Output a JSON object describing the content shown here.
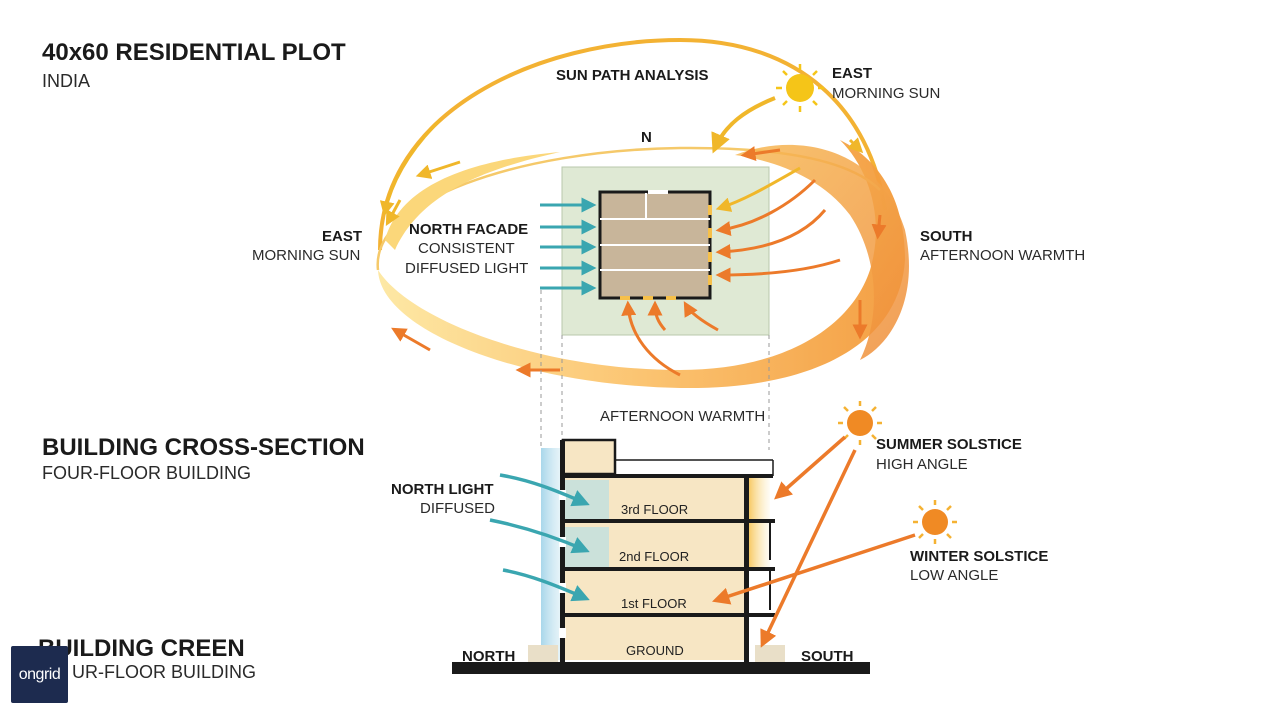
{
  "header": {
    "title": "40x60 RESIDENTIAL PLOT",
    "subtitle": "INDIA"
  },
  "sun_path": {
    "title": "SUN PATH ANALYSIS",
    "north_marker": "N",
    "east_top_bold": "EAST",
    "east_top_sub": "MORNING SUN",
    "east_left_bold": "EAST",
    "east_left_sub": "MORNING SUN",
    "south_bold": "SOUTH",
    "south_sub": "AFTERNOON WARMTH",
    "north_facade_bold": "NORTH FACADE",
    "north_facade_line1": "CONSISTENT",
    "north_facade_line2": "DIFFUSED LIGHT",
    "afternoon_label": "AFTERNOON WARMTH"
  },
  "cross_section": {
    "title": "BUILDING CROSS-SECTION",
    "subtitle": "FOUR-FLOOR BUILDING",
    "north_light_bold": "NORTH LIGHT",
    "north_light_sub": "DIFFUSED",
    "summer_bold": "SUMMER SOLSTICE",
    "summer_sub": "HIGH ANGLE",
    "winter_bold": "WINTER SOLSTICE",
    "winter_sub": "LOW ANGLE",
    "floors": [
      "3rd FLOOR",
      "2nd FLOOR",
      "1st FLOOR",
      "GROUND"
    ],
    "north_ground": "NORTH",
    "south_ground": "SOUTH"
  },
  "ghost_text": {
    "title": "BUILDING CREEN",
    "subtitle": "UR-FLOOR BUILDING"
  },
  "logo": {
    "text": "ongrid"
  },
  "colors": {
    "sun_yellow": "#f5c518",
    "sun_orange": "#f08a24",
    "arrow_orange": "#ec7a2a",
    "arrow_teal": "#3aa6b0",
    "plot_green": "#dfe9d4",
    "floor_beige": "#f7e6c4",
    "room_brown": "#c8b59a"
  }
}
